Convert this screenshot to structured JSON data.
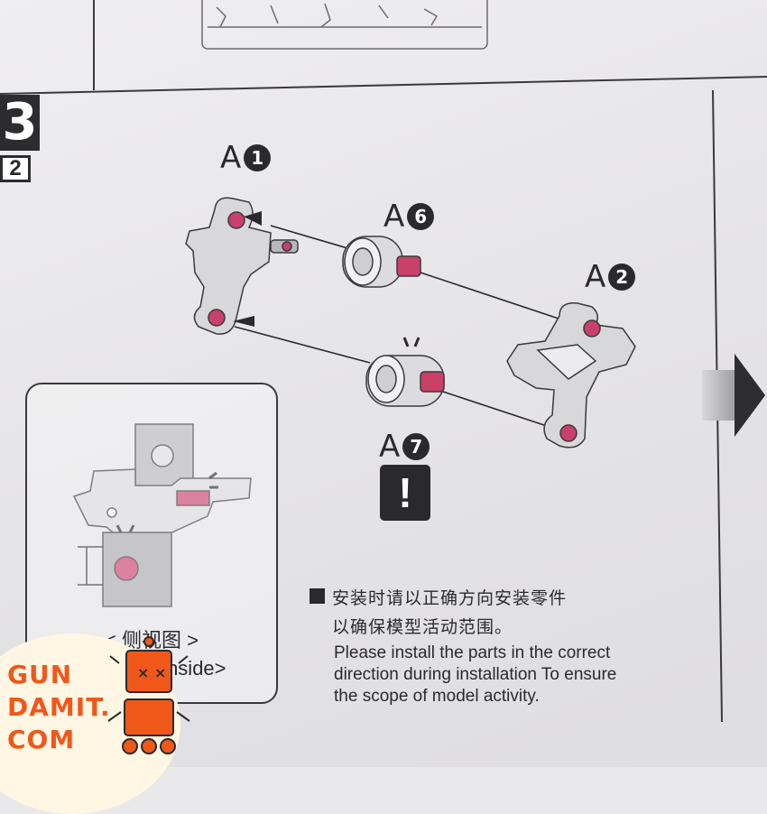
{
  "step": {
    "number": "3",
    "sub": "2"
  },
  "parts": {
    "a1": {
      "letter": "A",
      "num": "1"
    },
    "a6": {
      "letter": "A",
      "num": "6"
    },
    "a2": {
      "letter": "A",
      "num": "2"
    },
    "a7": {
      "letter": "A",
      "num": "7"
    }
  },
  "inset": {
    "caption_cn": "< 侧视图 >",
    "caption_en": "< Inside>"
  },
  "warning_icon": "!",
  "note": {
    "cn_line1": "安装时请以正确方向安装零件",
    "cn_line2": "以确保模型活动范围。",
    "en_line1": "Please install the parts in the correct",
    "en_line2": "direction during installation To ensure",
    "en_line3": "the scope of model activity."
  },
  "logo": {
    "line1": "GUN",
    "line2": "DAMIT.",
    "line3": "COM"
  },
  "colors": {
    "paper": "#e9e8ea",
    "ink": "#2a2a2e",
    "part_gray": "#d6d5d8",
    "peg_pink": "#c9406a",
    "logo_orange": "#f0581a"
  }
}
